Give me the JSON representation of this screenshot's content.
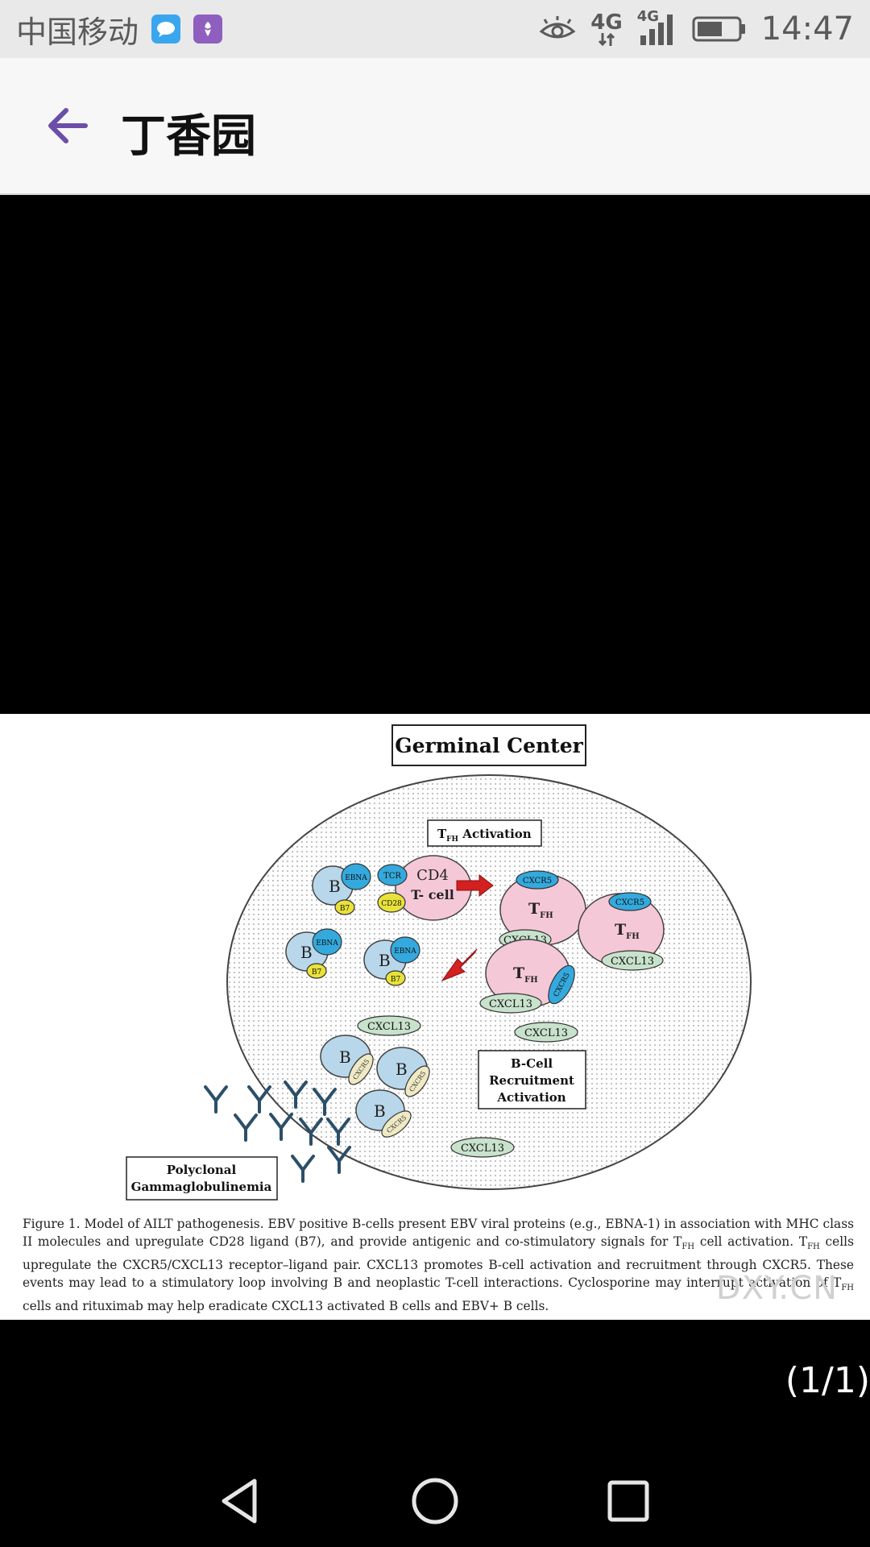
{
  "status_bar": {
    "carrier": "中国移动",
    "network_1": "4G",
    "network_2": "4G",
    "time": "14:47",
    "icons": [
      "message-app-icon",
      "dxy-app-icon",
      "eye-protection-icon",
      "data-transfer-icon",
      "signal-icon",
      "battery-icon"
    ]
  },
  "app_bar": {
    "back_icon": "arrow-left-icon",
    "title": "丁香园"
  },
  "figure": {
    "heading": "Germinal Center",
    "tfh_activation": "T",
    "tfh_activation_sub": "FH",
    "tfh_activation_rest": " Activation",
    "cd4_label_1": "CD4",
    "cd4_label_2": "T- cell",
    "b_label": "B",
    "ebna": "EBNA",
    "b7": "B7",
    "tcr": "TCR",
    "cd28": "CD28",
    "cxcr5": "CXCR5",
    "cxcl13": "CXCL13",
    "tfh": "T",
    "tfh_sub": "FH",
    "bcell_box": [
      "B-Cell",
      "Recruitment",
      "Activation"
    ],
    "poly_box": [
      "Polyclonal",
      "Gammaglobulinemia"
    ],
    "caption": [
      "Figure 1. Model of AILT pathogenesis. EBV positive B-cells present EBV viral proteins (e.g., EBNA-1) in association with MHC class II molecules and upregulate CD28 ligand (B7), and provide antigenic and co-stimulatory signals for T",
      "FH",
      " cell activation. T",
      "FH",
      " cells upregulate the CXCR5/CXCL13 receptor–ligand pair. CXCL13 promotes B-cell activation and recruitment through CXCR5. These events may lead to a stimulatory loop involving B and neoplastic T-cell interactions. Cyclosporine may interrupt activation of T",
      "FH",
      " cells and rituximab may help eradicate CXCL13 activated B cells and EBV+ B cells."
    ],
    "watermark": "DXY.CN"
  },
  "page_counter": "(1/1)",
  "nav_bar": {
    "back": "triangle-back-icon",
    "home": "circle-home-icon",
    "recents": "square-recents-icon"
  },
  "colors": {
    "b_cell": "#b9d7ea",
    "ebna": "#34a9dd",
    "b7": "#e8e23a",
    "tfh": "#f5c8d8",
    "cxcl13": "#c8e2cc",
    "cxcr5_tan": "#efe9c4",
    "arrow": "#d42020",
    "antibody": "#2c4f69"
  }
}
